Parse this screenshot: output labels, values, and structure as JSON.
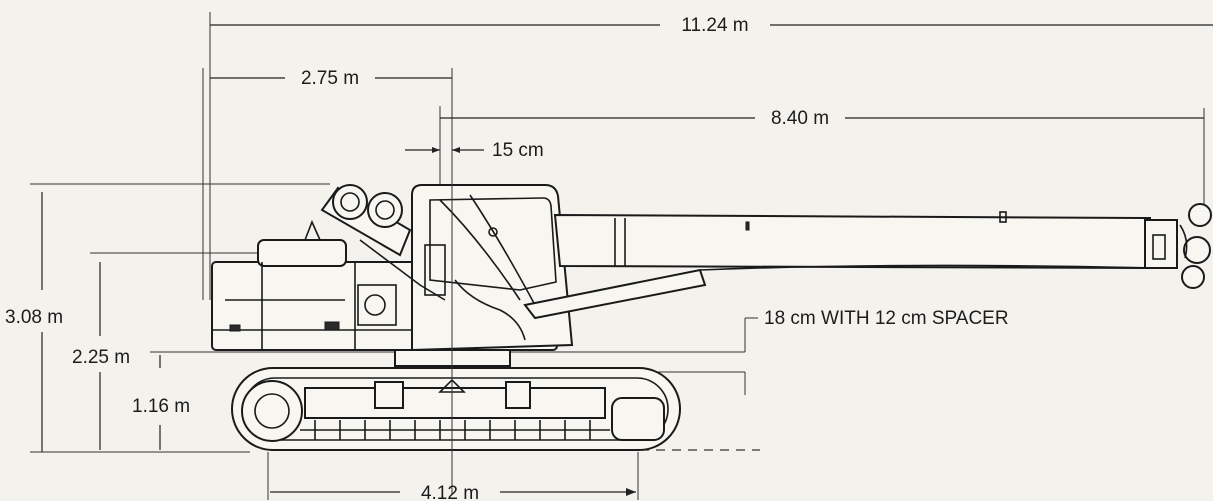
{
  "dimensions": {
    "overall_length": "11.24 m",
    "rear_swing": "2.75 m",
    "boom_length": "8.40 m",
    "boom_offset": "15 cm",
    "clearance_note": "18 cm WITH 12 cm SPACER",
    "overall_height": "3.08 m",
    "deck_height": "2.25 m",
    "track_height": "1.16 m",
    "track_length": "4.12 m"
  },
  "colors": {
    "paper": "#f4f2ec",
    "ink": "#1c1c1c"
  }
}
